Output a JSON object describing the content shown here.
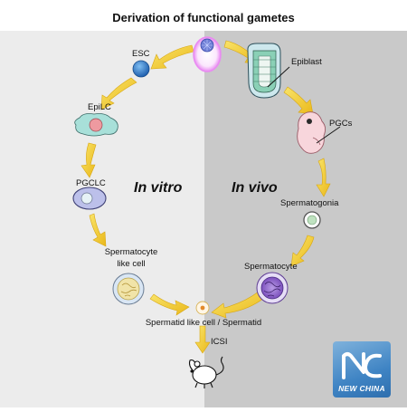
{
  "title": "Derivation of functional gametes",
  "in_vitro_label": "In vitro",
  "in_vivo_label": "In vivo",
  "stages": {
    "esc": "ESC",
    "epilc": "EpiLC",
    "pgclc": "PGCLC",
    "spermatocyte_like_line1": "Spermatocyte",
    "spermatocyte_like_line2": "like cell",
    "epiblast": "Epiblast",
    "pgcs": "PGCs",
    "spermatogonia": "Spermatogonia",
    "spermatocyte": "Spermatocyte",
    "spermatid": "Spermatid like cell / Spermatid",
    "icsi": "ICSI"
  },
  "logo": {
    "text": "NEW CHINA"
  },
  "colors": {
    "right_panel": "#c9c9c9",
    "left_panel": "#ececec",
    "arrow_yellow": "#f3cf2a",
    "esc_blue": "#1f74c8",
    "epilc_teal": "#a8e0d9",
    "epilc_nucleus": "#ee9aa0",
    "pgclc_fill": "#bcc0ea",
    "pgclc_nucleus": "#e6f2f6",
    "spermatocyte_like_fill": "#f1e4a8",
    "spermatocyte_purple": "#8a59c7",
    "embryo_pink": "#f8d6dc",
    "zygote_glow": "#e98af2",
    "logo_blue": "#3f84c4"
  }
}
